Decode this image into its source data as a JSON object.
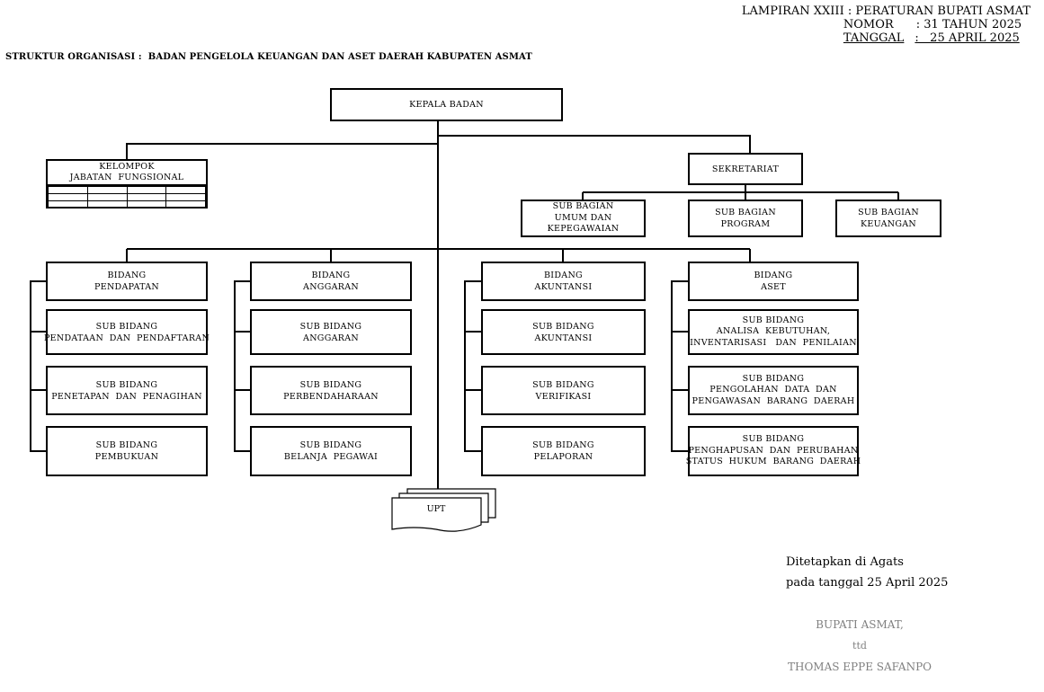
{
  "header": {
    "lampiran_line": "LAMPIRAN XXIII : PERATURAN BUPATI ASMAT",
    "nomor_label": "NOMOR",
    "nomor_value": ": 31 TAHUN 2025",
    "tanggal_label": "TANGGAL",
    "tanggal_value": ":   25 APRIL 2025"
  },
  "title": "STRUKTUR ORGANISASI :  BADAN PENGELOLA KEUANGAN DAN ASET DAERAH KABUPATEN ASMAT",
  "org": {
    "kepala": "KEPALA BADAN",
    "kelompok_jabatan": {
      "line1": "KELOMPOK",
      "line2": "JABATAN  FUNGSIONAL"
    },
    "sekretariat": {
      "label": "SEKRETARIAT",
      "sub_bagian": [
        {
          "line1": "SUB BAGIAN",
          "line2": "UMUM DAN",
          "line3": "KEPEGAWAIAN"
        },
        {
          "line1": "SUB BAGIAN",
          "line2": "PROGRAM"
        },
        {
          "line1": "SUB BAGIAN",
          "line2": "KEUANGAN"
        }
      ]
    },
    "bidang": [
      {
        "head": {
          "line1": "BIDANG",
          "line2": "PENDAPATAN"
        },
        "subs": [
          {
            "line1": "SUB BIDANG",
            "line2": "PENDATAAN  DAN  PENDAFTARAN"
          },
          {
            "line1": "SUB BIDANG",
            "line2": "PENETAPAN  DAN  PENAGIHAN"
          },
          {
            "line1": "SUB BIDANG",
            "line2": "PEMBUKUAN"
          }
        ]
      },
      {
        "head": {
          "line1": "BIDANG",
          "line2": "ANGGARAN"
        },
        "subs": [
          {
            "line1": "SUB BIDANG",
            "line2": "ANGGARAN"
          },
          {
            "line1": "SUB BIDANG",
            "line2": "PERBENDAHARAAN"
          },
          {
            "line1": "SUB BIDANG",
            "line2": "BELANJA  PEGAWAI"
          }
        ]
      },
      {
        "head": {
          "line1": "BIDANG",
          "line2": "AKUNTANSI"
        },
        "subs": [
          {
            "line1": "SUB BIDANG",
            "line2": "AKUNTANSI"
          },
          {
            "line1": "SUB BIDANG",
            "line2": "VERIFIKASI"
          },
          {
            "line1": "SUB BIDANG",
            "line2": "PELAPORAN"
          }
        ]
      },
      {
        "head": {
          "line1": "BIDANG",
          "line2": "ASET"
        },
        "subs": [
          {
            "line1": "SUB BIDANG",
            "line2": "ANALISA  KEBUTUHAN,",
            "line3": "INVENTARISASI   DAN  PENILAIAN"
          },
          {
            "line1": "SUB BIDANG",
            "line2": "PENGOLAHAN  DATA  DAN",
            "line3": "PENGAWASAN  BARANG  DAERAH"
          },
          {
            "line1": "SUB BIDANG",
            "line2": "PENGHAPUSAN  DAN  PERUBAHAN",
            "line3": "STATUS  HUKUM  BARANG  DAERAH"
          }
        ]
      }
    ],
    "upt": "UPT"
  },
  "signature": {
    "place": "Ditetapkan di Agats",
    "date": "pada tanggal 25 April 2025",
    "position": "BUPATI ASMAT,",
    "ttd": "ttd",
    "name": "THOMAS EPPE SAFANPO"
  }
}
